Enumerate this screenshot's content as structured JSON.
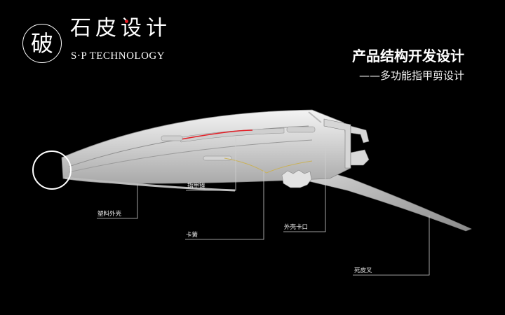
{
  "logo": {
    "mark_char": "破",
    "name_cn": "石皮设计",
    "name_en": "S·P TECHNOLOGY",
    "accent_color": "#e41e26"
  },
  "header": {
    "title": "产品结构开发设计",
    "subtitle": "——多功能指甲剪设计"
  },
  "callouts": [
    {
      "label": "指甲锉"
    },
    {
      "label": "塑料外壳"
    },
    {
      "label": "卡簧"
    },
    {
      "label": "外壳卡口"
    },
    {
      "label": "死皮叉"
    }
  ]
}
